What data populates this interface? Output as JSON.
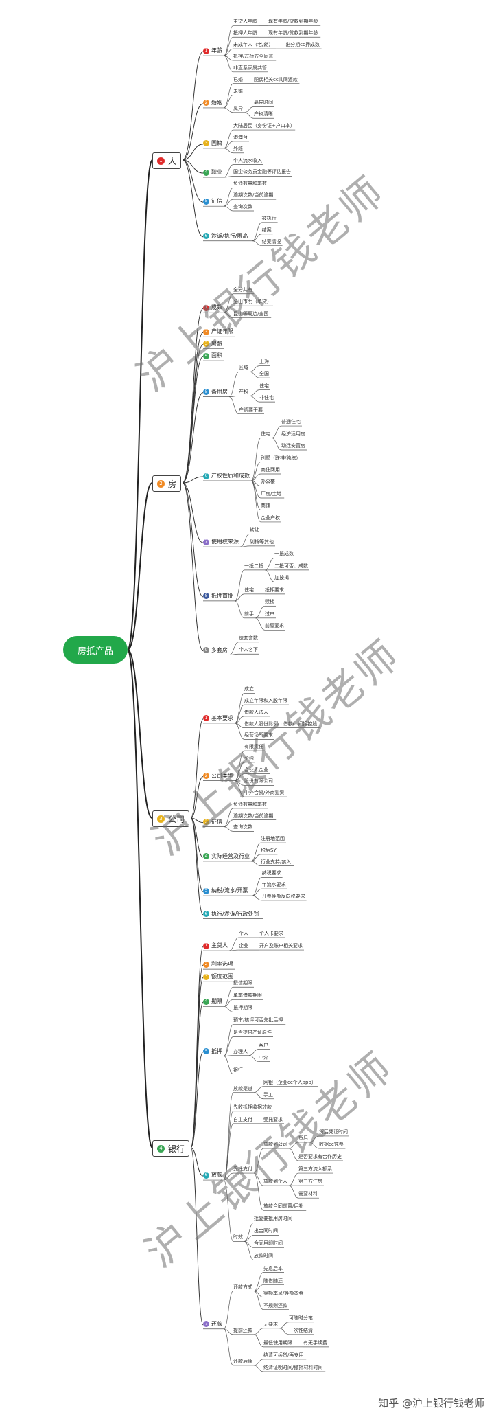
{
  "root": "房抵产品",
  "watermark": "沪上银行钱老师",
  "footer": "知乎 @沪上银行钱老师",
  "colors": {
    "red": "#e02b2b",
    "orange": "#f08a24",
    "yellow": "#e7b21c",
    "green": "#3aa655",
    "blue": "#2b8fd0",
    "teal": "#25a9b5",
    "purple": "#8b6fc8",
    "navy": "#3d5a9e",
    "gray": "#8a8a8a",
    "root": "#22a84a"
  },
  "branches": [
    {
      "num": "1",
      "label": "人",
      "color": "red",
      "children": [
        {
          "num": "1",
          "label": "年龄",
          "color": "red",
          "children": [
            {
              "label": "主贷人年龄",
              "children": [
                {
                  "label": "现有年龄/贷款到期年龄"
                }
              ]
            },
            {
              "label": "抵押人年龄",
              "children": [
                {
                  "label": "现有年龄/贷款到期年龄"
                }
              ]
            },
            {
              "label": "未成年人（老/幼）",
              "children": [
                {
                  "label": "出分期cc押成数"
                }
              ]
            },
            {
              "label": "抵押/过桥方全同意"
            },
            {
              "label": "非直系家属共管"
            }
          ]
        },
        {
          "num": "2",
          "label": "婚姻",
          "color": "orange",
          "children": [
            {
              "label": "已婚",
              "children": [
                {
                  "label": "配偶相关cc共同还款"
                }
              ]
            },
            {
              "label": "未婚"
            },
            {
              "label": "离异",
              "children": [
                {
                  "label": "离异时间"
                },
                {
                  "label": "产权清晰"
                }
              ]
            }
          ]
        },
        {
          "num": "3",
          "label": "国籍",
          "color": "yellow",
          "children": [
            {
              "label": "大陆居民（身份证+户口本）"
            },
            {
              "label": "港澳台"
            },
            {
              "label": "外籍"
            }
          ]
        },
        {
          "num": "4",
          "label": "职业",
          "color": "green",
          "children": [
            {
              "label": "个人流水收入"
            },
            {
              "label": "国企公务员金融等评估报告"
            }
          ]
        },
        {
          "num": "5",
          "label": "征信",
          "color": "blue",
          "children": [
            {
              "label": "负债数量和笔数"
            },
            {
              "label": "逾期次数/当前逾期"
            },
            {
              "label": "查询次数"
            }
          ]
        },
        {
          "num": "6",
          "label": "涉诉/执行/限高",
          "color": "teal",
          "children": [
            {
              "label": "被执行"
            },
            {
              "label": "结案"
            },
            {
              "label": "结案情况"
            }
          ]
        }
      ]
    },
    {
      "num": "2",
      "label": "房",
      "color": "orange",
      "children": [
        {
          "num": "1",
          "label": "成数",
          "color": "red",
          "children": [
            {
              "label": "全分共有"
            },
            {
              "label": "全山市明（单贷）"
            },
            {
              "label": "昆山等周边/全国"
            }
          ]
        },
        {
          "num": "2",
          "label": "产证年限",
          "color": "orange",
          "children": []
        },
        {
          "num": "3",
          "label": "房龄",
          "color": "yellow",
          "children": []
        },
        {
          "num": "4",
          "label": "面积",
          "color": "green",
          "children": []
        },
        {
          "num": "5",
          "label": "备用房",
          "color": "blue",
          "children": [
            {
              "label": "区域",
              "children": [
                {
                  "label": "上海"
                },
                {
                  "label": "全国"
                }
              ]
            },
            {
              "label": "产权",
              "children": [
                {
                  "label": "住宅"
                },
                {
                  "label": "非住宅"
                }
              ]
            },
            {
              "label": "产调要干要"
            }
          ]
        },
        {
          "num": "6",
          "label": "产权性质和成数",
          "color": "teal",
          "children": [
            {
              "label": "住宅",
              "children": [
                {
                  "label": "普通住宅"
                },
                {
                  "label": "经济适用房"
                },
                {
                  "label": "动迁安置房"
                }
              ]
            },
            {
              "label": "别墅（联排/独栋）"
            },
            {
              "label": "商住两用"
            },
            {
              "label": "办公楼"
            },
            {
              "label": "厂房/土地"
            },
            {
              "label": "商铺"
            },
            {
              "label": "企业产权"
            }
          ]
        },
        {
          "num": "7",
          "label": "使用权来源",
          "color": "purple",
          "children": [
            {
              "label": "转让"
            },
            {
              "label": "划拨等其他"
            }
          ]
        },
        {
          "num": "8",
          "label": "抵押审批",
          "color": "navy",
          "children": [
            {
              "label": "一抵二抵",
              "children": [
                {
                  "label": "一抵成数"
                },
                {
                  "label": "二抵可否、成数"
                },
                {
                  "label": "加按揭"
                }
              ]
            },
            {
              "label": "住宅",
              "children": [
                {
                  "label": "抵押要求"
                }
              ]
            },
            {
              "label": "前手",
              "children": [
                {
                  "label": "赎楼"
                },
                {
                  "label": "过户"
                },
                {
                  "label": "前屋要求"
                }
              ]
            }
          ]
        },
        {
          "num": "9",
          "label": "多套房",
          "color": "gray",
          "children": [
            {
              "label": "速套套数"
            },
            {
              "label": "个人名下"
            }
          ]
        }
      ]
    },
    {
      "num": "3",
      "label": "公司",
      "color": "yellow",
      "children": [
        {
          "num": "1",
          "label": "基本要求",
          "color": "red",
          "children": [
            {
              "label": "成立"
            },
            {
              "label": "成立年限和入股年限"
            },
            {
              "label": "借款人法人"
            },
            {
              "label": "借款人股份比例cc借款cc间接控股"
            },
            {
              "label": "经营场所要求"
            }
          ]
        },
        {
          "num": "2",
          "label": "公司类型",
          "color": "orange",
          "children": [
            {
              "label": "有限责任"
            },
            {
              "label": "个独"
            },
            {
              "label": "合伙人企业"
            },
            {
              "label": "股份有限公司"
            },
            {
              "label": "中外合资/外商独资"
            }
          ]
        },
        {
          "num": "3",
          "label": "征信",
          "color": "yellow",
          "children": [
            {
              "label": "负债数量和笔数"
            },
            {
              "label": "逾期次数/当前逾期"
            },
            {
              "label": "查询次数"
            }
          ]
        },
        {
          "num": "4",
          "label": "实际经营及行业",
          "color": "green",
          "children": [
            {
              "label": "注册地范围"
            },
            {
              "label": "税后SY"
            },
            {
              "label": "行业支持/禁入"
            }
          ]
        },
        {
          "num": "5",
          "label": "纳税/流水/开票",
          "color": "blue",
          "children": [
            {
              "label": "纳税要求"
            },
            {
              "label": "年流水要求"
            },
            {
              "label": "开票等额反向税要求"
            }
          ]
        },
        {
          "num": "6",
          "label": "执行/涉诉/行政处罚",
          "color": "teal",
          "children": []
        }
      ]
    },
    {
      "num": "4",
      "label": "银行",
      "color": "green",
      "children": [
        {
          "num": "1",
          "label": "主贷人",
          "color": "red",
          "children": [
            {
              "label": "个人",
              "children": [
                {
                  "label": "个人卡要求"
                }
              ]
            },
            {
              "label": "企业",
              "children": [
                {
                  "label": "开户及账户相关要求"
                }
              ]
            }
          ]
        },
        {
          "num": "2",
          "label": "利率选项",
          "color": "orange",
          "children": []
        },
        {
          "num": "3",
          "label": "额度范围",
          "color": "yellow",
          "children": []
        },
        {
          "num": "4",
          "label": "期限",
          "color": "green",
          "children": [
            {
              "label": "授信期限"
            },
            {
              "label": "单笔借款期限"
            },
            {
              "label": "抵押期限"
            }
          ]
        },
        {
          "num": "5",
          "label": "抵押",
          "color": "blue",
          "children": [
            {
              "label": "预审/核评可否先批后押"
            },
            {
              "label": "是否提供产证原件"
            },
            {
              "label": "办理人",
              "children": [
                {
                  "label": "客户"
                },
                {
                  "label": "中介"
                }
              ]
            },
            {
              "label": "银行"
            }
          ]
        },
        {
          "num": "6",
          "label": "放款",
          "color": "teal",
          "children": [
            {
              "label": "放款渠道",
              "children": [
                {
                  "label": "网银（企业cc个人app）"
                },
                {
                  "label": "手工"
                }
              ]
            },
            {
              "label": "先收抵押收据放款"
            },
            {
              "label": "自主支付",
              "children": [
                {
                  "label": "受托要求"
                }
              ]
            },
            {
              "label": "受托支付",
              "children": [
                {
                  "label": "放款到公司",
                  "children": [
                    {
                      "label": "货后",
                      "children": [
                        {
                          "label": "货后凭证时间"
                        },
                        {
                          "label": "收据cc凭票"
                        }
                      ]
                    },
                    {
                      "label": "是否要求有合作历史"
                    }
                  ]
                },
                {
                  "label": "放款到个人",
                  "children": [
                    {
                      "label": "第三方流入额系"
                    },
                    {
                      "label": "第三方住房"
                    },
                    {
                      "label": "需要材料"
                    }
                  ]
                },
                {
                  "label": "放款合同前置/后补"
                }
              ]
            },
            {
              "label": "时效",
              "children": [
                {
                  "label": "批复要批用房时间"
                },
                {
                  "label": "出合同时间"
                },
                {
                  "label": "合同用印时间"
                },
                {
                  "label": "放款时间"
                }
              ]
            }
          ]
        },
        {
          "num": "7",
          "label": "还款",
          "color": "purple",
          "children": [
            {
              "label": "还款方式",
              "children": [
                {
                  "label": "先息后本"
                },
                {
                  "label": "随借随还"
                },
                {
                  "label": "等额本息/等额本金"
                },
                {
                  "label": "不规则还款"
                }
              ]
            },
            {
              "label": "提前还款",
              "children": [
                {
                  "label": "无要求",
                  "children": [
                    {
                      "label": "可随时分笔"
                    },
                    {
                      "label": "一次性结清"
                    }
                  ]
                },
                {
                  "label": "最低使用期限",
                  "children": [
                    {
                      "label": "有无手续费"
                    }
                  ]
                }
              ]
            },
            {
              "label": "还款后续",
              "children": [
                {
                  "label": "结清可续贷/再支用"
                },
                {
                  "label": "结清证明时间/撤押材料时间"
                }
              ]
            }
          ]
        }
      ]
    }
  ]
}
